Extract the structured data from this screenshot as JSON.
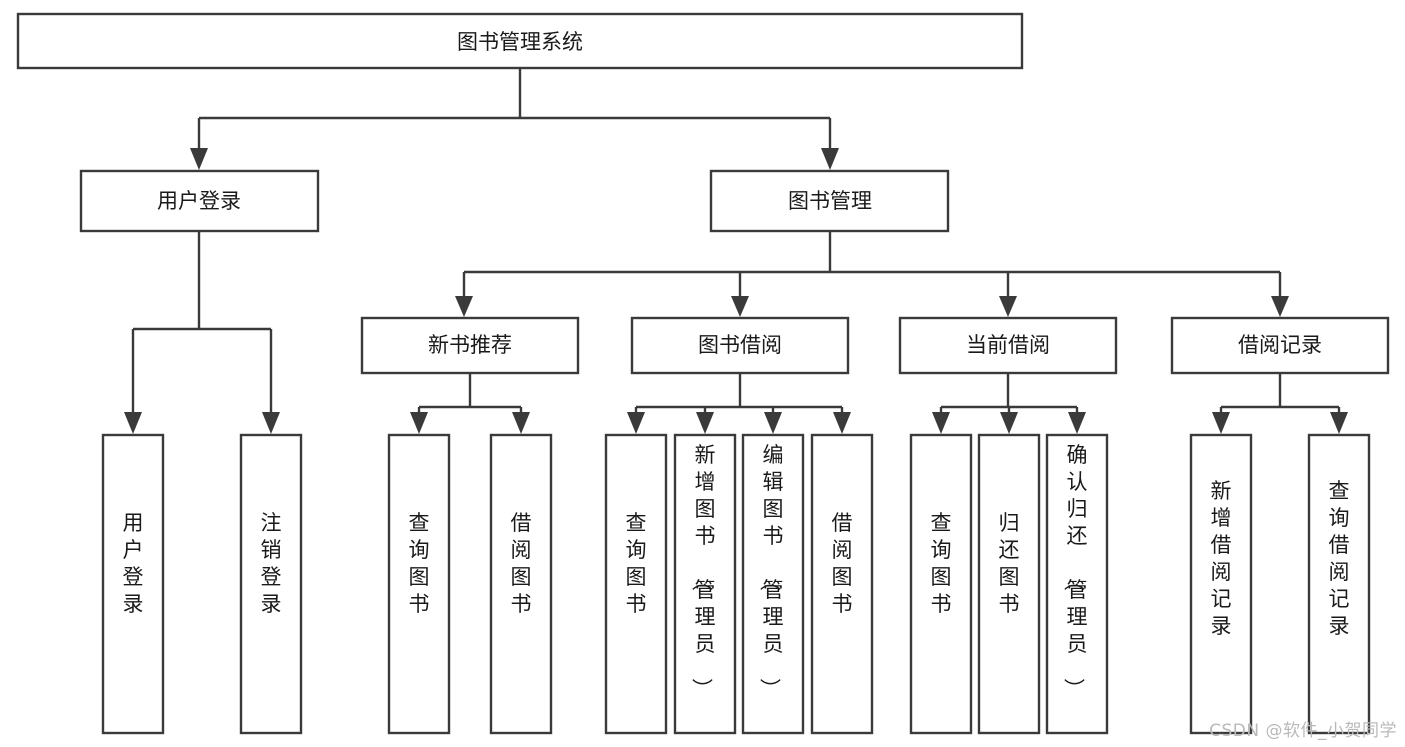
{
  "diagram": {
    "type": "tree-hierarchy-chart",
    "title": "图书管理系统",
    "watermark": "CSDN @软件_小贺同学",
    "colors": {
      "box_stroke": "#3a3a3a",
      "box_fill": "#ffffff",
      "connector": "#3a3a3a",
      "text": "#1a1a1a",
      "background": "#ffffff",
      "watermark": "#b9b9b9"
    },
    "levels": {
      "root": {
        "label": "图书管理系统"
      },
      "level2": [
        {
          "id": "user-login",
          "label": "用户登录"
        },
        {
          "id": "book-management",
          "label": "图书管理"
        }
      ],
      "level3": [
        {
          "id": "new-book-recommend",
          "label": "新书推荐",
          "parent": "book-management"
        },
        {
          "id": "book-borrow",
          "label": "图书借阅",
          "parent": "book-management"
        },
        {
          "id": "current-borrow",
          "label": "当前借阅",
          "parent": "book-management"
        },
        {
          "id": "borrow-record",
          "label": "借阅记录",
          "parent": "book-management"
        }
      ],
      "leaves": [
        {
          "id": "leaf-user-login",
          "label": "用户登录",
          "parent": "user-login"
        },
        {
          "id": "leaf-logout-login",
          "label": "注销登录",
          "parent": "user-login"
        },
        {
          "id": "leaf-query-book-1",
          "label": "查询图书",
          "parent": "new-book-recommend"
        },
        {
          "id": "leaf-borrow-book-1",
          "label": "借阅图书",
          "parent": "new-book-recommend"
        },
        {
          "id": "leaf-query-book-2",
          "label": "查询图书",
          "parent": "book-borrow"
        },
        {
          "id": "leaf-add-book",
          "label": "新增图书（管理员）",
          "parent": "book-borrow"
        },
        {
          "id": "leaf-edit-book",
          "label": "编辑图书（管理员）",
          "parent": "book-borrow"
        },
        {
          "id": "leaf-borrow-book-2",
          "label": "借阅图书",
          "parent": "book-borrow"
        },
        {
          "id": "leaf-query-book-3",
          "label": "查询图书",
          "parent": "current-borrow"
        },
        {
          "id": "leaf-return-book",
          "label": "归还图书",
          "parent": "current-borrow"
        },
        {
          "id": "leaf-confirm-return",
          "label": "确认归还（管理员）",
          "parent": "current-borrow"
        },
        {
          "id": "leaf-add-record",
          "label": "新增借阅记录",
          "parent": "borrow-record"
        },
        {
          "id": "leaf-query-record",
          "label": "查询借阅记录",
          "parent": "borrow-record"
        }
      ]
    }
  }
}
